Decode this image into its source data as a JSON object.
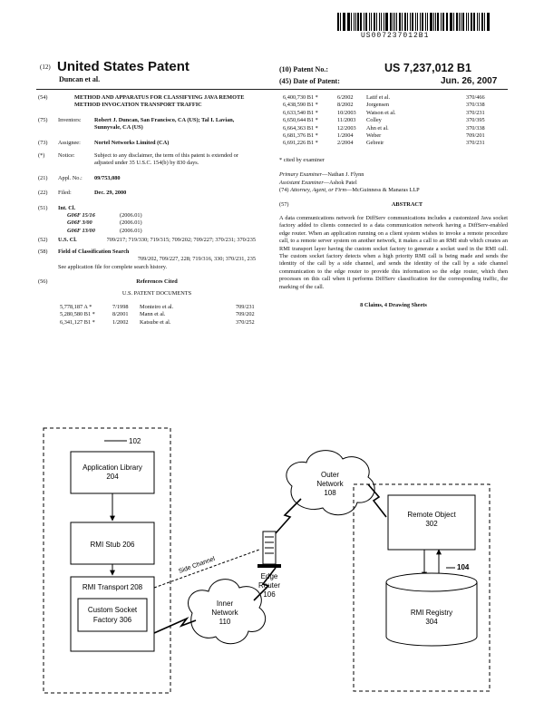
{
  "header": {
    "barcode_number": "US007237012B1",
    "country_label": "(12)",
    "title": "United States Patent",
    "inventor_short": "Duncan et al.",
    "patent_no_label": "(10) Patent No.:",
    "patent_no": "US 7,237,012 B1",
    "date_label": "(45) Date of Patent:",
    "date": "Jun. 26, 2007"
  },
  "left": {
    "title_code": "(54)",
    "title": "METHOD AND APPARATUS FOR CLASSIFYING JAVA REMOTE METHOD INVOCATION TRANSPORT TRAFFIC",
    "inventors_code": "(75)",
    "inventors_label": "Inventors:",
    "inventors": "Robert J. Duncan, San Francisco, CA (US); Tal I. Lavian, Sunnyvale, CA (US)",
    "assignee_code": "(73)",
    "assignee_label": "Assignee:",
    "assignee": "Nortel Networks Limited (CA)",
    "notice_code": "(*)",
    "notice_label": "Notice:",
    "notice": "Subject to any disclaimer, the term of this patent is extended or adjusted under 35 U.S.C. 154(b) by 830 days.",
    "appl_code": "(21)",
    "appl_label": "Appl. No.:",
    "appl": "09/753,080",
    "filed_code": "(22)",
    "filed_label": "Filed:",
    "filed": "Dec. 29, 2000",
    "intcl_code": "(51)",
    "intcl_label": "Int. Cl.",
    "intcl": [
      {
        "code": "G06F 15/16",
        "year": "(2006.01)"
      },
      {
        "code": "G06F 3/00",
        "year": "(2006.01)"
      },
      {
        "code": "G06F 13/00",
        "year": "(2006.01)"
      }
    ],
    "uscl_code": "(52)",
    "uscl_label": "U.S. Cl.",
    "uscl": "709/217; 719/330; 719/315; 709/202; 709/227; 370/231; 370/235",
    "field_code": "(58)",
    "field_label": "Field of Classification Search",
    "field": "709/202, 709/227, 228; 719/316, 330; 370/231, 235",
    "field_note": "See application file for complete search history.",
    "refs_code": "(56)",
    "refs_label": "References Cited",
    "us_docs_label": "U.S. PATENT DOCUMENTS",
    "refs": [
      {
        "num": "5,778,187 A *",
        "date": "7/1998",
        "name": "Monteiro et al.",
        "cls": "709/231"
      },
      {
        "num": "5,280,580 B1 *",
        "date": "8/2001",
        "name": "Mann et al.",
        "cls": "709/202"
      },
      {
        "num": "6,341,127 B1 *",
        "date": "1/2002",
        "name": "Katsube et al.",
        "cls": "370/252"
      }
    ]
  },
  "right": {
    "refs": [
      {
        "num": "6,400,730 B1 *",
        "date": "6/2002",
        "name": "Latif et al.",
        "cls": "370/466"
      },
      {
        "num": "6,438,590 B1 *",
        "date": "8/2002",
        "name": "Jorgensen",
        "cls": "370/338"
      },
      {
        "num": "6,633,540 B1 *",
        "date": "10/2003",
        "name": "Watson et al.",
        "cls": "370/231"
      },
      {
        "num": "6,650,644 B1 *",
        "date": "11/2003",
        "name": "Colley",
        "cls": "370/395"
      },
      {
        "num": "6,664,363 B1 *",
        "date": "12/2003",
        "name": "Ahn et al.",
        "cls": "370/338"
      },
      {
        "num": "6,681,376 B1 *",
        "date": "1/2004",
        "name": "Weber",
        "cls": "709/201"
      },
      {
        "num": "6,691,226 B1 *",
        "date": "2/2004",
        "name": "Gebreir",
        "cls": "370/231"
      }
    ],
    "examiner_note": "* cited by examiner",
    "primary_label": "Primary Examiner",
    "primary": "—Nathan J. Flynn",
    "assistant_label": "Assistant Examiner",
    "assistant": "—Ashok Patel",
    "attorney_code": "(74)",
    "attorney_label": "Attorney, Agent, or Firm",
    "attorney": "—McGuinness & Manaras LLP",
    "abstract_code": "(57)",
    "abstract_label": "ABSTRACT",
    "abstract": "A data communications network for DiffServ communications includes a customized Java socket factory added to clients connected to a data communication network having a DiffServ-enabled edge router. When an application running on a client system wishes to invoke a remote procedure call, to a remote server system on another network, it makes a call to an RMI stub which creates an RMI transport layer having the custom socket factory to generate a socket used in the RMI call. The custom socket factory detects when a high priority RMI call is being made and sends the identity of the call by a side channel, and sends the identity of the call by a side channel communication to the edge router to provide this information so the edge router, which then processes on this call when it performs DiffServ classification for the corresponding traffic, the marking of the call.",
    "claims": "8 Claims, 4 Drawing Sheets"
  },
  "diagram": {
    "label_102": "102",
    "app_library": "Application Library",
    "app_library_num": "204",
    "rmi_stub": "RMI Stub 206",
    "rmi_transport": "RMI Transport 208",
    "custom_socket": "Custom Socket",
    "custom_socket2": "Factory 306",
    "side_channel": "Side Channel",
    "inner_network": "Inner",
    "inner_network2": "Network",
    "inner_network3": "110",
    "edge_router": "Edge",
    "edge_router2": "Router",
    "edge_router3": "106",
    "outer_network": "Outer",
    "outer_network2": "Network",
    "outer_network3": "108",
    "remote_object": "Remote Object",
    "remote_object_num": "302",
    "label_104": "104",
    "rmi_registry": "RMI Registry",
    "rmi_registry_num": "304"
  }
}
